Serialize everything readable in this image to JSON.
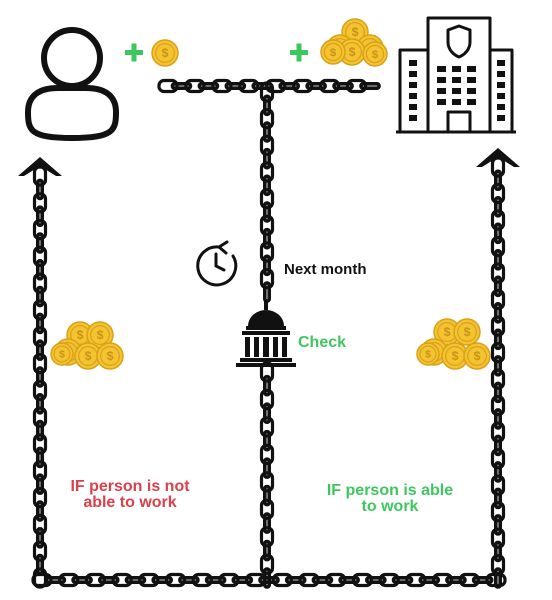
{
  "labels": {
    "next_month": "Next month",
    "check": "Check",
    "if_not_able": "IF person is not able to work",
    "if_able": "IF person is able to work"
  },
  "icons": {
    "person": "person-icon",
    "building": "office-building-icon",
    "clock": "clock-refresh-icon",
    "government": "government-building-icon",
    "coin": "coin-icon",
    "chain": "chain-link-icon",
    "arrow": "arrow-head-icon"
  },
  "colors": {
    "plus": "#3ec75f",
    "coin_fill": "#f3c430",
    "coin_edge": "#d9a11a",
    "coin_symbol": "#c9931a",
    "check_text": "#3ec75f",
    "not_able_text": "#d9414c",
    "able_text": "#3ec75f",
    "chain": "#111111"
  }
}
